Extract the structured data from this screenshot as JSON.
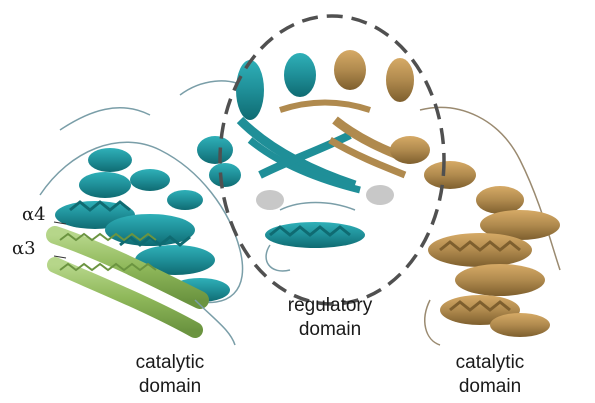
{
  "labels": {
    "helix_a4": "α4",
    "helix_a3": "α3",
    "regulatory_line1": "regulatory",
    "regulatory_line2": "domain",
    "catalytic_left_line1": "catalytic",
    "catalytic_left_line2": "domain",
    "catalytic_right_line1": "catalytic",
    "catalytic_right_line2": "domain"
  },
  "colors": {
    "subunit_a": "#1f8f98",
    "subunit_a_dark": "#0f6b72",
    "subunit_b": "#b08a4e",
    "subunit_b_dark": "#7e5f2e",
    "helices_a3_a4": "#8fb85a",
    "dashed_circle": "#505050",
    "loop": "#7a9ea8"
  },
  "icons": {
    "structure": "protein-ribbon-structure",
    "region_marker": "dashed-circle"
  }
}
